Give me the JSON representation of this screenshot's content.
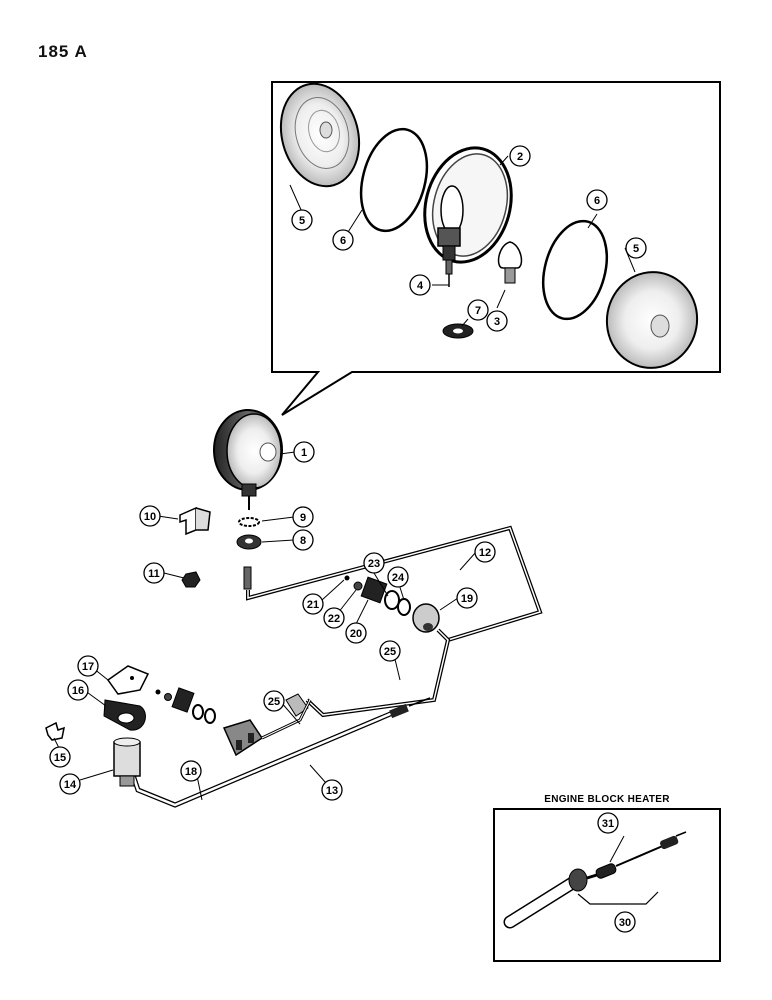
{
  "page_number": "185 A",
  "inset": {
    "title": "ENGINE BLOCK HEATER"
  },
  "callouts": [
    {
      "id": "c5a",
      "label": "5"
    },
    {
      "id": "c6a",
      "label": "6"
    },
    {
      "id": "c2",
      "label": "2"
    },
    {
      "id": "c6b",
      "label": "6"
    },
    {
      "id": "c5b",
      "label": "5"
    },
    {
      "id": "c4",
      "label": "4"
    },
    {
      "id": "c7",
      "label": "7"
    },
    {
      "id": "c3",
      "label": "3"
    },
    {
      "id": "c1",
      "label": "1"
    },
    {
      "id": "c10",
      "label": "10"
    },
    {
      "id": "c9",
      "label": "9"
    },
    {
      "id": "c8",
      "label": "8"
    },
    {
      "id": "c11",
      "label": "11"
    },
    {
      "id": "c12",
      "label": "12"
    },
    {
      "id": "c23",
      "label": "23"
    },
    {
      "id": "c24",
      "label": "24"
    },
    {
      "id": "c21",
      "label": "21"
    },
    {
      "id": "c22",
      "label": "22"
    },
    {
      "id": "c20",
      "label": "20"
    },
    {
      "id": "c19",
      "label": "19"
    },
    {
      "id": "c25a",
      "label": "25"
    },
    {
      "id": "c17",
      "label": "17"
    },
    {
      "id": "c16",
      "label": "16"
    },
    {
      "id": "c25b",
      "label": "25"
    },
    {
      "id": "c15",
      "label": "15"
    },
    {
      "id": "c14",
      "label": "14"
    },
    {
      "id": "c18",
      "label": "18"
    },
    {
      "id": "c13",
      "label": "13"
    },
    {
      "id": "c31",
      "label": "31"
    },
    {
      "id": "c30",
      "label": "30"
    }
  ]
}
